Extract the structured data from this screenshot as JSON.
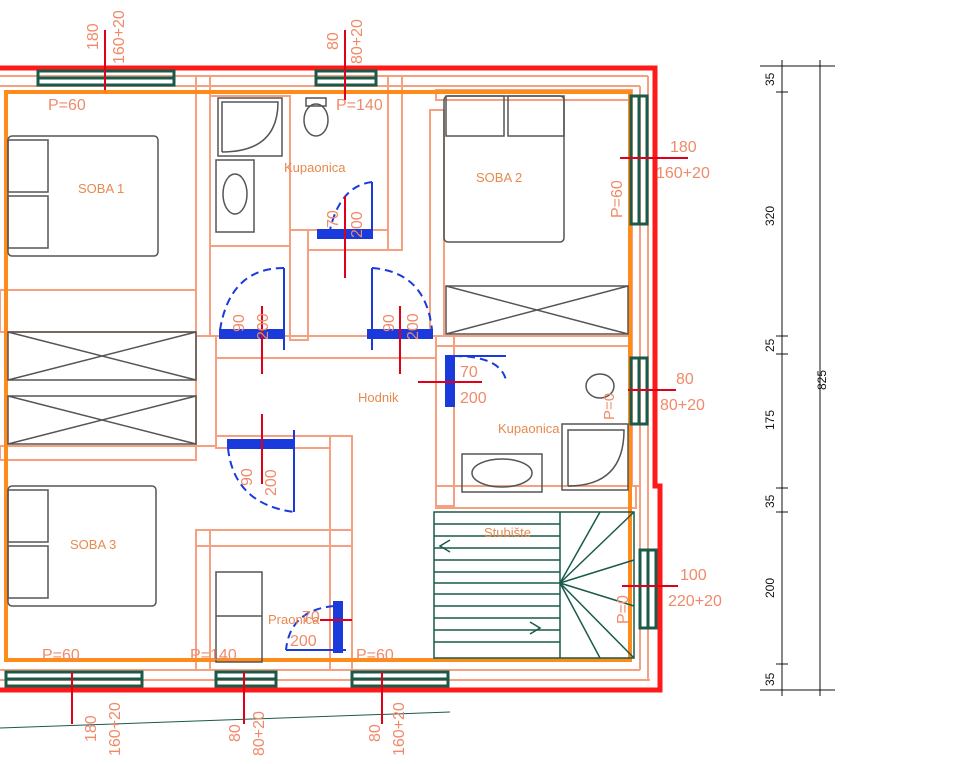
{
  "rooms": {
    "soba1": "SOBA 1",
    "soba2": "SOBA 2",
    "soba3": "SOBA 3",
    "kupaonica_top": "Kupaonica",
    "kupaonica_right": "Kupaonica",
    "hodnik": "Hodnik",
    "stubiste": "Stubište",
    "praonica": "Praonica"
  },
  "sill_labels": {
    "p60_top_left": "P=60",
    "p140_top": "P=140",
    "p60_right": "P=60",
    "p60_bottom_left": "P=60",
    "p140_bottom": "P=140",
    "p60_bottom_mid": "P=60",
    "p0_stair": "P=0",
    "p0_bath": "P=0"
  },
  "window_dims": {
    "top_left": [
      "180",
      "160+20"
    ],
    "top_mid": [
      "80",
      "80+20"
    ],
    "right_top": [
      "180",
      "160+20"
    ],
    "right_mid": [
      "80",
      "80+20"
    ],
    "right_bottom": [
      "100",
      "220+20"
    ],
    "bottom_left": [
      "180",
      "160+20"
    ],
    "bottom_mid": [
      "80",
      "80+20"
    ],
    "bottom_right": [
      "80",
      "160+20"
    ]
  },
  "door_dims": {
    "bath_top": [
      "70",
      "200"
    ],
    "soba1": [
      "90",
      "200"
    ],
    "soba2": [
      "90",
      "200"
    ],
    "bath_right": [
      "70",
      "200"
    ],
    "soba3": [
      "90",
      "200"
    ],
    "praonica": [
      "70",
      "200"
    ]
  },
  "vertical_dims": {
    "segments": [
      "35",
      "320",
      "25",
      "175",
      "35",
      "200",
      "35"
    ],
    "total": "825"
  },
  "colors": {
    "outer_wall": "#ff1a1a",
    "inner_outline": "#ff8c1a",
    "walls": "#f5a080",
    "dimensions": "#f08a6a",
    "windows": "#1a5a4a",
    "doors": "#1a3adb",
    "furniture": "#555555",
    "dim_lines": "#111111"
  }
}
